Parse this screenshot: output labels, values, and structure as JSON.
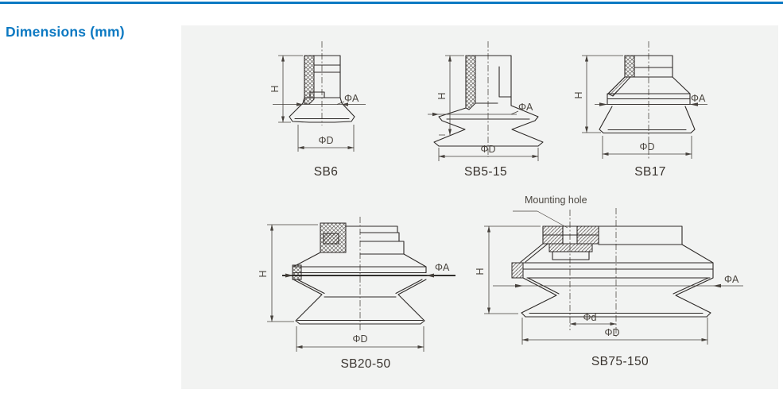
{
  "header": {
    "title": "Dimensions (mm)"
  },
  "colors": {
    "accent": "#0c79c2",
    "panel_background": "#f2f3f2",
    "line_color": "#2e2a28"
  },
  "drawings": {
    "sb6": {
      "model": "SB6",
      "labels": {
        "h": "H",
        "phi_a": "ΦA",
        "phi_d": "ΦD"
      }
    },
    "sb5_15": {
      "model": "SB5-15",
      "labels": {
        "h": "H",
        "phi_a": "ΦA",
        "phi_d": "ΦD"
      }
    },
    "sb17": {
      "model": "SB17",
      "labels": {
        "h": "H",
        "phi_a": "ΦA",
        "phi_d": "ΦD"
      }
    },
    "sb20_50": {
      "model": "SB20-50",
      "labels": {
        "h": "H",
        "phi_a": "ΦA",
        "phi_d": "ΦD"
      }
    },
    "sb75_150": {
      "model": "SB75-150",
      "labels": {
        "h": "H",
        "phi_a": "ΦA",
        "phi_d": "ΦD",
        "phi_d_small": "Φd",
        "mounting_hole": "Mounting hole"
      }
    }
  }
}
